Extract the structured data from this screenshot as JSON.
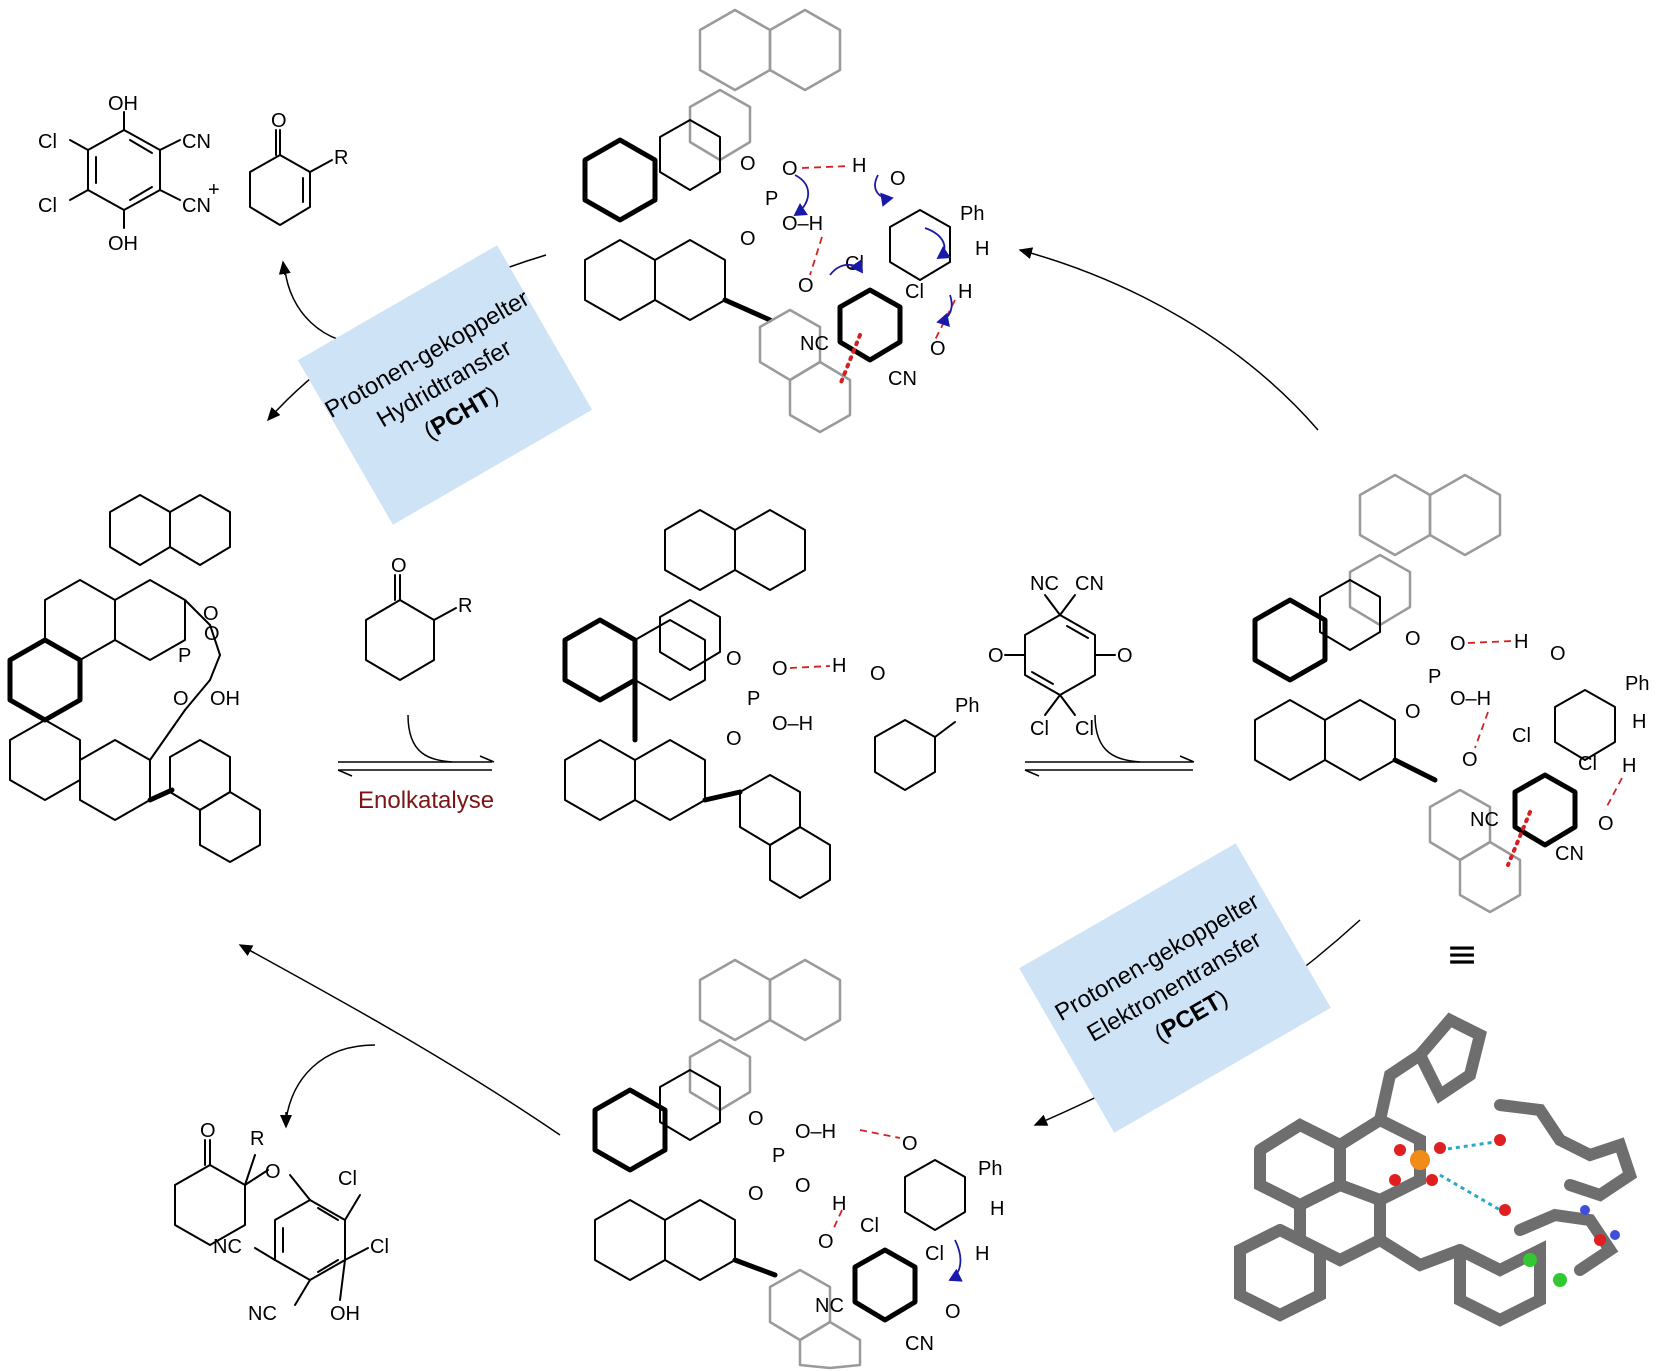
{
  "pcht_box": {
    "line1": "Protonen-gekoppelter",
    "line2": "Hydridtransfer",
    "open": "(",
    "abbr": "PCHT",
    "close": ")"
  },
  "pcet_box": {
    "line1": "Protonen-gekoppelter",
    "line2": "Elektronentransfer",
    "open": "(",
    "abbr": "PCET",
    "close": ")"
  },
  "enol_label": "Enolkatalyse",
  "equiv_symbol": "≡",
  "plus_sign": "+",
  "atoms": {
    "oh": "OH",
    "o": "O",
    "p": "P",
    "h": "H",
    "cl": "Cl",
    "cn": "CN",
    "nc": "NC",
    "r": "R",
    "ph": "Ph",
    "oh_h": "O–H"
  },
  "colors": {
    "h_bond": "#d62020",
    "curly_arrow": "#1a1aa8",
    "label_box": "#cfe3f7",
    "enol_text": "#7a1515",
    "phosphorus_3d": "#f08c1a",
    "oxygen_3d": "#e02020",
    "chlorine_3d": "#32c832",
    "nitrogen_3d": "#3c50dc",
    "carbon_3d": "#6e6e6e"
  }
}
